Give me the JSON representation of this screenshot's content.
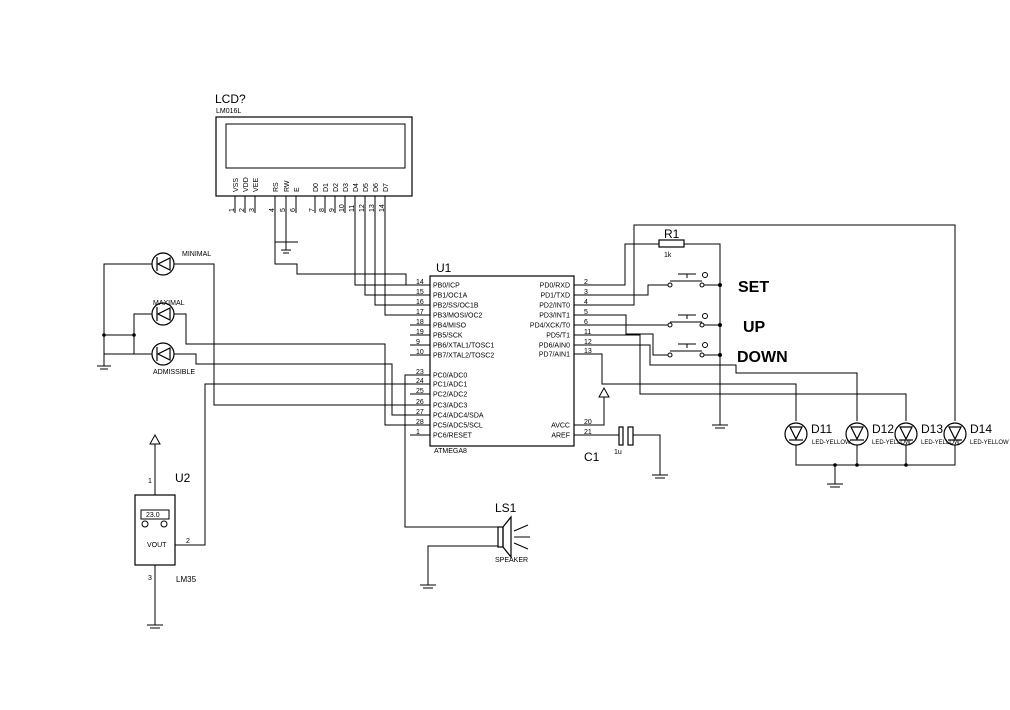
{
  "lcd": {
    "ref": "LCD?",
    "part": "LM016L",
    "pins": [
      {
        "name": "VSS",
        "num": "1"
      },
      {
        "name": "VDD",
        "num": "2"
      },
      {
        "name": "VEE",
        "num": "3"
      },
      {
        "name": "RS",
        "num": "4"
      },
      {
        "name": "RW",
        "num": "5"
      },
      {
        "name": "E",
        "num": "6"
      },
      {
        "name": "D0",
        "num": "7"
      },
      {
        "name": "D1",
        "num": "8"
      },
      {
        "name": "D2",
        "num": "9"
      },
      {
        "name": "D3",
        "num": "10"
      },
      {
        "name": "D4",
        "num": "11"
      },
      {
        "name": "D5",
        "num": "12"
      },
      {
        "name": "D6",
        "num": "13"
      },
      {
        "name": "D7",
        "num": "14"
      }
    ]
  },
  "mcu": {
    "ref": "U1",
    "part": "ATMEGA8",
    "left_pins": [
      {
        "name": "PB0/ICP",
        "num": "14"
      },
      {
        "name": "PB1/OC1A",
        "num": "15"
      },
      {
        "name": "PB2/SS/OC1B",
        "num": "16"
      },
      {
        "name": "PB3/MOSI/OC2",
        "num": "17"
      },
      {
        "name": "PB4/MISO",
        "num": "18"
      },
      {
        "name": "PB5/SCK",
        "num": "19"
      },
      {
        "name": "PB6/XTAL1/TOSC1",
        "num": "9"
      },
      {
        "name": "PB7/XTAL2/TOSC2",
        "num": "10"
      },
      {
        "name": "PC0/ADC0",
        "num": "23"
      },
      {
        "name": "PC1/ADC1",
        "num": "24"
      },
      {
        "name": "PC2/ADC2",
        "num": "25"
      },
      {
        "name": "PC3/ADC3",
        "num": "26"
      },
      {
        "name": "PC4/ADC4/SDA",
        "num": "27"
      },
      {
        "name": "PC5/ADC5/SCL",
        "num": "28"
      },
      {
        "name": "PC6/RESET",
        "num": "1"
      }
    ],
    "right_pins": [
      {
        "name": "PD0/RXD",
        "num": "2"
      },
      {
        "name": "PD1/TXD",
        "num": "3"
      },
      {
        "name": "PD2/INT0",
        "num": "4"
      },
      {
        "name": "PD3/INT1",
        "num": "5"
      },
      {
        "name": "PD4/XCK/T0",
        "num": "6"
      },
      {
        "name": "PD5/T1",
        "num": "11"
      },
      {
        "name": "PD6/AIN0",
        "num": "12"
      },
      {
        "name": "PD7/AIN1",
        "num": "13"
      },
      {
        "name": "AVCC",
        "num": "20"
      },
      {
        "name": "AREF",
        "num": "21"
      }
    ]
  },
  "leds_left": {
    "minimal": "MINIMAL",
    "maximal": "MAXIMAL",
    "admissible": "ADMISSIBLE"
  },
  "sensor": {
    "ref": "U2",
    "part": "LM35",
    "display": "23.0",
    "vout": "VOUT",
    "pin1": "1",
    "pin2": "2",
    "pin3": "3"
  },
  "speaker": {
    "ref": "LS1",
    "label": "SPEAKER"
  },
  "capacitor": {
    "ref": "C1",
    "value": "1u"
  },
  "resistor": {
    "ref": "R1",
    "value": "1k"
  },
  "buttons": {
    "set": "SET",
    "up": "UP",
    "down": "DOWN"
  },
  "leds_right": [
    {
      "ref": "D11",
      "part": "LED-YELLOW"
    },
    {
      "ref": "D12",
      "part": "LED-YELLOW"
    },
    {
      "ref": "D13",
      "part": "LED-YELLOW"
    },
    {
      "ref": "D14",
      "part": "LED-YELLOW"
    }
  ]
}
